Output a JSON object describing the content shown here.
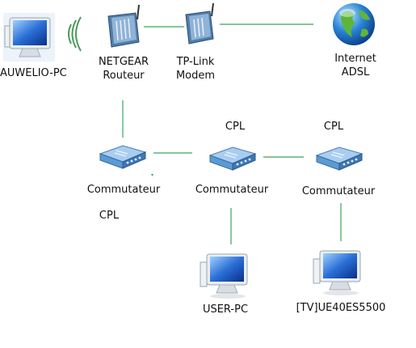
{
  "nodes": {
    "pc_main": {
      "label": "AUWELIO-PC",
      "icon": "monitor-icon"
    },
    "netgear": {
      "label_line1": "NETGEAR",
      "label_line2": "Routeur",
      "icon": "router-icon"
    },
    "tplink": {
      "label_line1": "TP-Link",
      "label_line2": "Modem",
      "icon": "router-icon"
    },
    "internet": {
      "label_line1": "Internet",
      "label_line2": "ADSL",
      "icon": "globe-icon"
    },
    "switch1": {
      "label": "Commutateur",
      "tag": "CPL",
      "icon": "switch-icon"
    },
    "switch2": {
      "label": "Commutateur",
      "tag": "CPL",
      "icon": "switch-icon"
    },
    "switch3": {
      "label": "Commutateur",
      "tag": "CPL",
      "icon": "switch-icon"
    },
    "user_pc": {
      "label": "USER-PC",
      "icon": "monitor-icon"
    },
    "tv": {
      "label": "[TV]UE40ES5500",
      "icon": "monitor-icon"
    }
  },
  "colors": {
    "link": "#3aa55a",
    "wifi": "#4a9a55",
    "switch_body": "#5b9bd5"
  }
}
